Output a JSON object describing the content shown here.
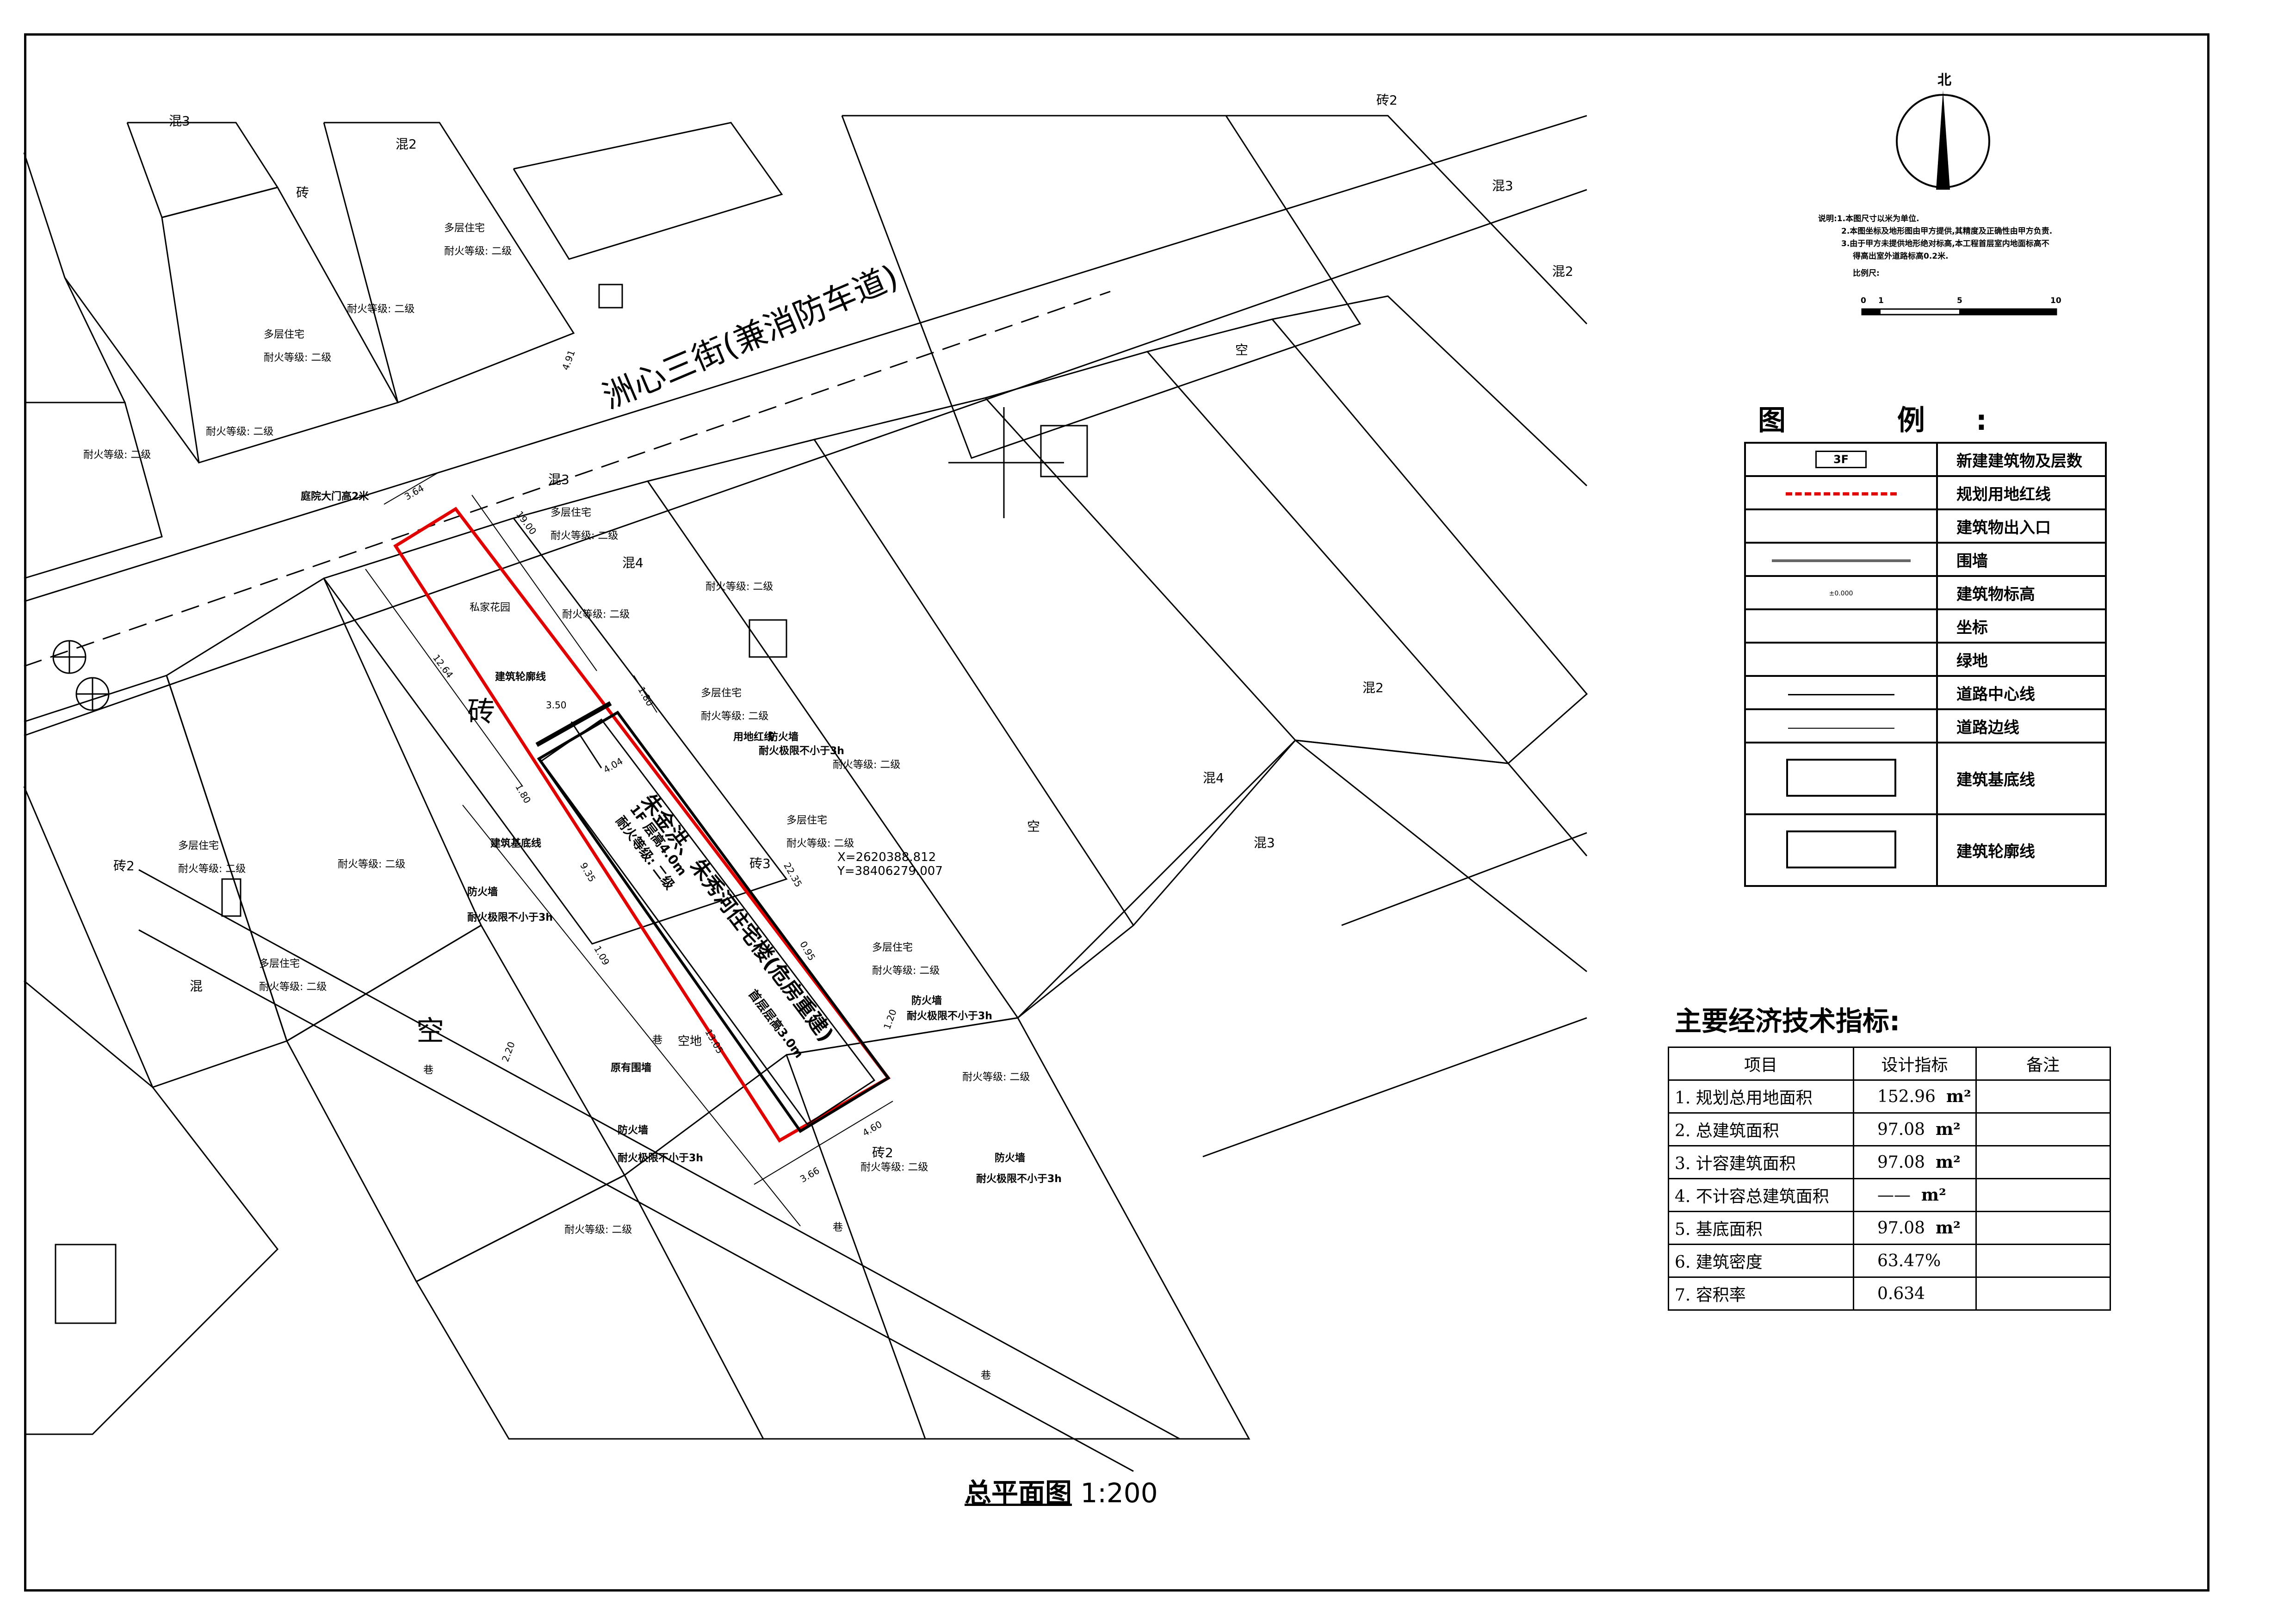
{
  "drawing": {
    "title": "总平面图",
    "scale": "1:200",
    "road_name": "洲心三街(兼消防车道)",
    "building_name": "朱金洪、朱秀河住宅楼(危房重建)",
    "building_info_1": "1F 层高4.0m",
    "building_info_2": "耐火等级: 二级",
    "building_info_3": "首层层高3.0m",
    "coord_x": "X=2620388.812",
    "coord_y": "Y=38406279.007",
    "garden": "私家花园",
    "gate": "庭院大门高2米",
    "outline_label": "建筑轮廓线",
    "base_label": "建筑基底线",
    "redline_label": "用地红线",
    "existing_wall": "原有围墙",
    "empty_land": "空地",
    "firewall": "防火墙",
    "fire_limit": "耐火极限不小于3h",
    "lane": "巷",
    "brick": "砖",
    "empty": "空",
    "multi_res": "多层住宅",
    "fire_grade": "耐火等级: 二级",
    "dims": [
      "3.64",
      "19.00",
      "12.64",
      "1.80",
      "3.50",
      "4.04",
      "1.80",
      "4.91",
      "9.35",
      "22.35",
      "0.95",
      "1.09",
      "1.20",
      "13.05",
      "2.20",
      "3.66",
      "4.60"
    ],
    "parcel_labels": [
      "混3",
      "混2",
      "砖",
      "混3",
      "砖2",
      "混4",
      "混2",
      "混3",
      "空",
      "砖2",
      "混",
      "砖3",
      "混2",
      "混4",
      "空",
      "混3",
      "砖2"
    ]
  },
  "compass": {
    "north": "北"
  },
  "notes": {
    "line1": "说明:1.本图尺寸以米为单位.",
    "line2": "2.本图坐标及地形图由甲方提供,其精度及正确性由甲方负责.",
    "line3": "3.由于甲方未提供地形绝对标高,本工程首层室内地面标高不",
    "line4": "得高出室外道路标高0.2米.",
    "scale_label": "比例尺:",
    "scale_ticks": [
      "0",
      "1",
      "5",
      "10"
    ]
  },
  "legend": {
    "title": "图 例:",
    "items": [
      {
        "symbol": "3F",
        "label": "新建建筑物及层数"
      },
      {
        "symbol": "",
        "label": "规划用地红线"
      },
      {
        "symbol": "",
        "label": "建筑物出入口"
      },
      {
        "symbol": "",
        "label": "围墙"
      },
      {
        "symbol": "±0.000",
        "label": "建筑物标高"
      },
      {
        "symbol": "",
        "label": "坐标"
      },
      {
        "symbol": "",
        "label": "绿地"
      },
      {
        "symbol": "",
        "label": "道路中心线"
      },
      {
        "symbol": "",
        "label": "道路边线"
      },
      {
        "symbol": "",
        "label": "建筑基底线"
      },
      {
        "symbol": "",
        "label": "建筑轮廓线"
      }
    ]
  },
  "indicators": {
    "title": "主要经济技术指标:",
    "headers": [
      "项目",
      "设计指标",
      "备注"
    ],
    "rows": [
      {
        "item": "1.  规划总用地面积",
        "value": "152.96",
        "unit": "m²"
      },
      {
        "item": "2.    总建筑面积",
        "value": "97.08",
        "unit": "m²"
      },
      {
        "item": "3.   计容建筑面积",
        "value": "97.08",
        "unit": "m²"
      },
      {
        "item": "4.  不计容总建筑面积",
        "value": "——",
        "unit": "m²"
      },
      {
        "item": "5.     基底面积",
        "value": "97.08",
        "unit": "m²"
      },
      {
        "item": "6.     建筑密度",
        "value": "63.47%",
        "unit": ""
      },
      {
        "item": "7.      容积率",
        "value": "0.634",
        "unit": ""
      }
    ]
  },
  "colors": {
    "redline": "#e00000",
    "line": "#000000"
  }
}
